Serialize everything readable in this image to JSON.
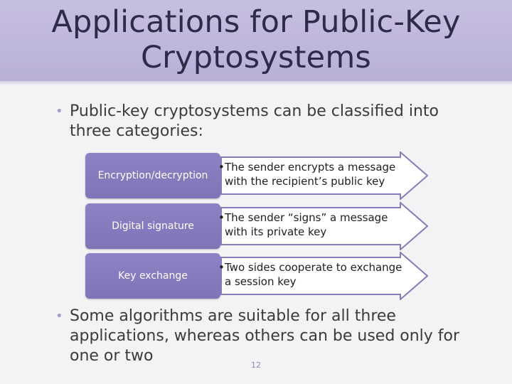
{
  "slide": {
    "title_line1": "Applications for Public-Key",
    "title_line2": "Cryptosystems",
    "bullet1": "Public-key cryptosystems can be classified into three categories:",
    "bullet2": "Some algorithms are suitable for all three applications, whereas others can be used only for one or two",
    "page_number": "12"
  },
  "categories": [
    {
      "label": "Encryption/decryption",
      "description": "The sender encrypts a message with the recipient’s public key"
    },
    {
      "label": "Digital signature",
      "description": "The sender “signs” a message with its private key"
    },
    {
      "label": "Key exchange",
      "description": "Two sides cooperate to exchange a session key"
    }
  ],
  "colors": {
    "title_band": "#bdb4da",
    "pill": "#857bbd",
    "arrow_border": "#857bbd",
    "bullet_dot": "#a49bc8"
  }
}
